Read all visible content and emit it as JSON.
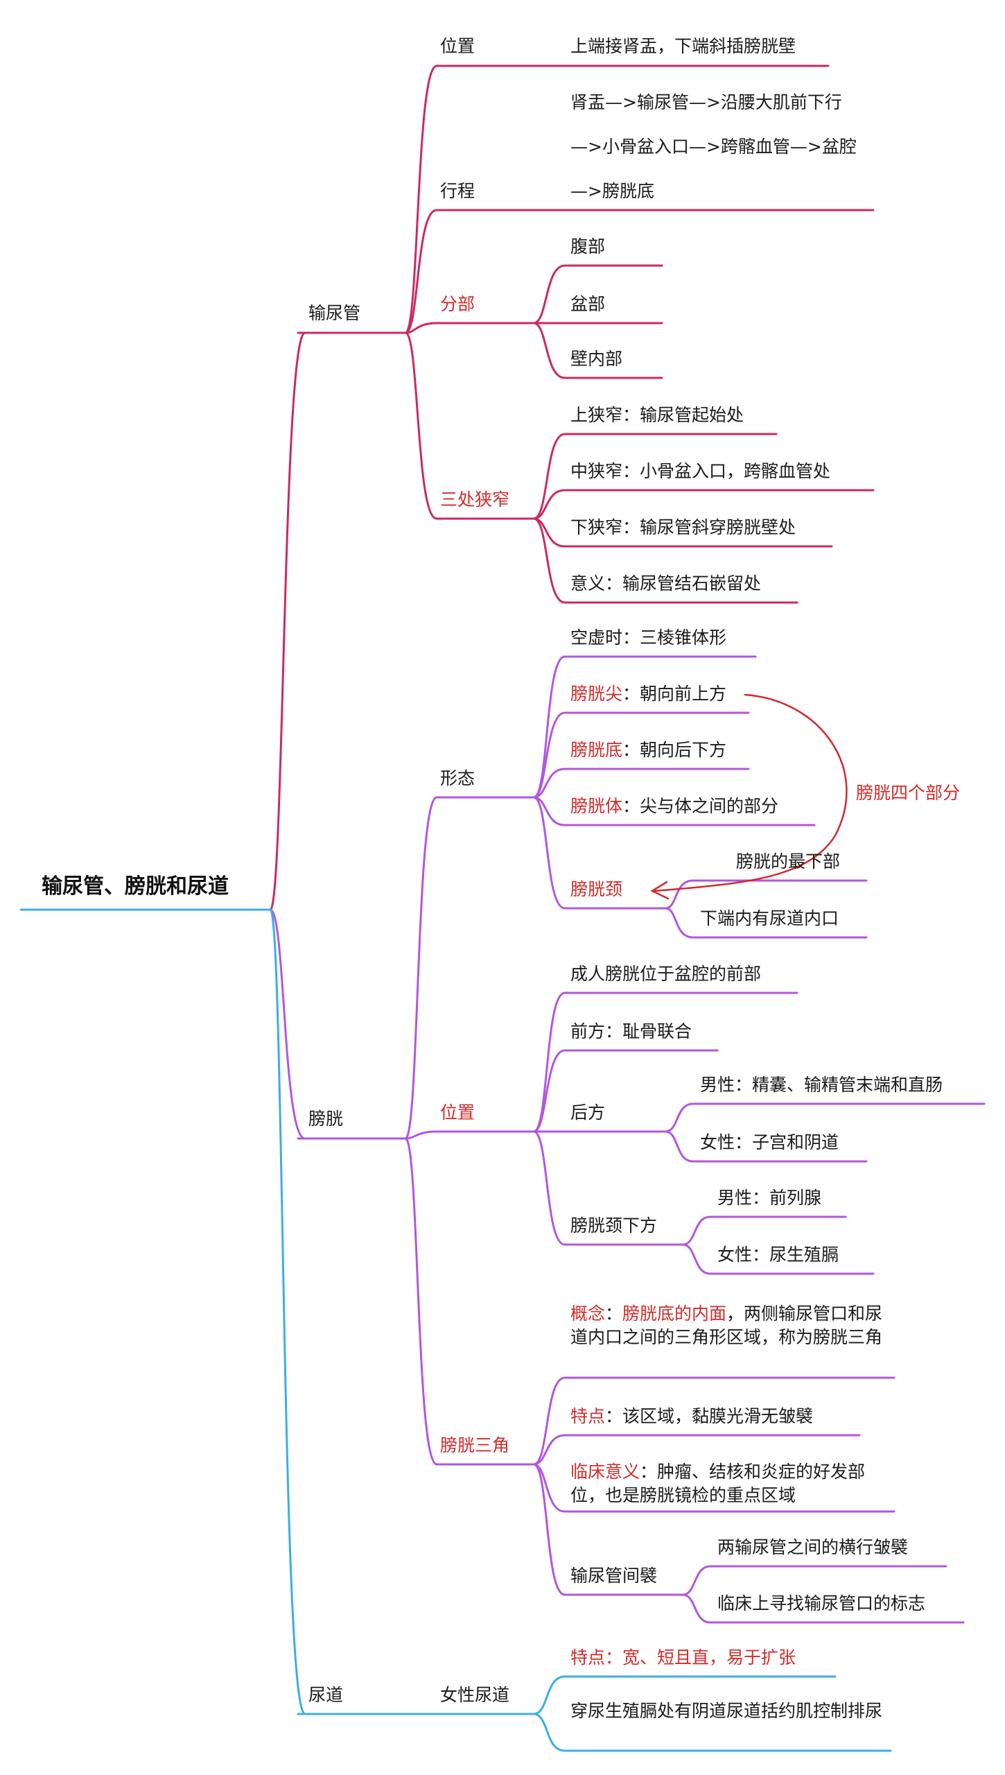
{
  "colors": {
    "root_line": "#3aaee8",
    "ureter_line": "#cc2a5e",
    "bladder_line": "#b256e0",
    "urethra_line": "#3aaee8",
    "highlight_text": "#d42a2a",
    "arrow": "#d42a2a"
  },
  "root": {
    "label": "输尿管、膀胱和尿道"
  },
  "ureter": {
    "label": "输尿管",
    "position": {
      "label": "位置",
      "detail": "上端接肾盂，下端斜插膀胱壁"
    },
    "course": {
      "label": "行程",
      "line1": "肾盂—>输尿管—>沿腰大肌前下行",
      "line2": "—>小骨盆入口—>跨髂血管—>盆腔",
      "line3": "—>膀胱底"
    },
    "parts": {
      "label": "分部",
      "items": [
        "腹部",
        "盆部",
        "壁内部"
      ]
    },
    "narrowings": {
      "label": "三处狭窄",
      "items": [
        "上狭窄：输尿管起始处",
        "中狭窄：小骨盆入口，跨髂血管处",
        "下狭窄：输尿管斜穿膀胱壁处",
        "意义：输尿管结石嵌留处"
      ]
    }
  },
  "bladder": {
    "label": "膀胱",
    "form": {
      "label": "形态",
      "empty": "空虚时：三棱锥体形",
      "apex_key": "膀胱尖",
      "apex_val": "：朝向前上方",
      "base_key": "膀胱底",
      "base_val": "：朝向后下方",
      "body_key": "膀胱体",
      "body_val": "：尖与体之间的部分",
      "neck_key": "膀胱颈",
      "neck_items": [
        "膀胱的最下部",
        "下端内有尿道内口"
      ],
      "four_parts_note": "膀胱四个部分"
    },
    "position": {
      "label": "位置",
      "adult": "成人膀胱位于盆腔的前部",
      "front": "前方：耻骨联合",
      "back": {
        "label": "后方",
        "male": "男性：精囊、输精管末端和直肠",
        "female": "女性：子宫和阴道"
      },
      "below_neck": {
        "label": "膀胱颈下方",
        "male": "男性：前列腺",
        "female": "女性：尿生殖膈"
      }
    },
    "trigone": {
      "label": "膀胱三角",
      "concept_key": "概念",
      "concept_colon": "：",
      "concept_red": "膀胱底的内面",
      "concept_rest": "，两侧输尿管口和尿道内口之间的三角形区域，称为膀胱三角",
      "feature_key": "特点",
      "feature_val": "：该区域，黏膜光滑无皱襞",
      "clinical_key": "临床意义",
      "clinical_val": "：肿瘤、结核和炎症的好发部位，也是膀胱镜检的重点区域",
      "interureteric": {
        "label": "输尿管间襞",
        "items": [
          "两输尿管之间的横行皱襞",
          "临床上寻找输尿管口的标志"
        ]
      }
    }
  },
  "urethra": {
    "label": "尿道",
    "female": {
      "label": "女性尿道",
      "feature": "特点：宽、短且直，易于扩张",
      "passage": "穿尿生殖膈处有阴道尿道括约肌控制排尿"
    }
  }
}
